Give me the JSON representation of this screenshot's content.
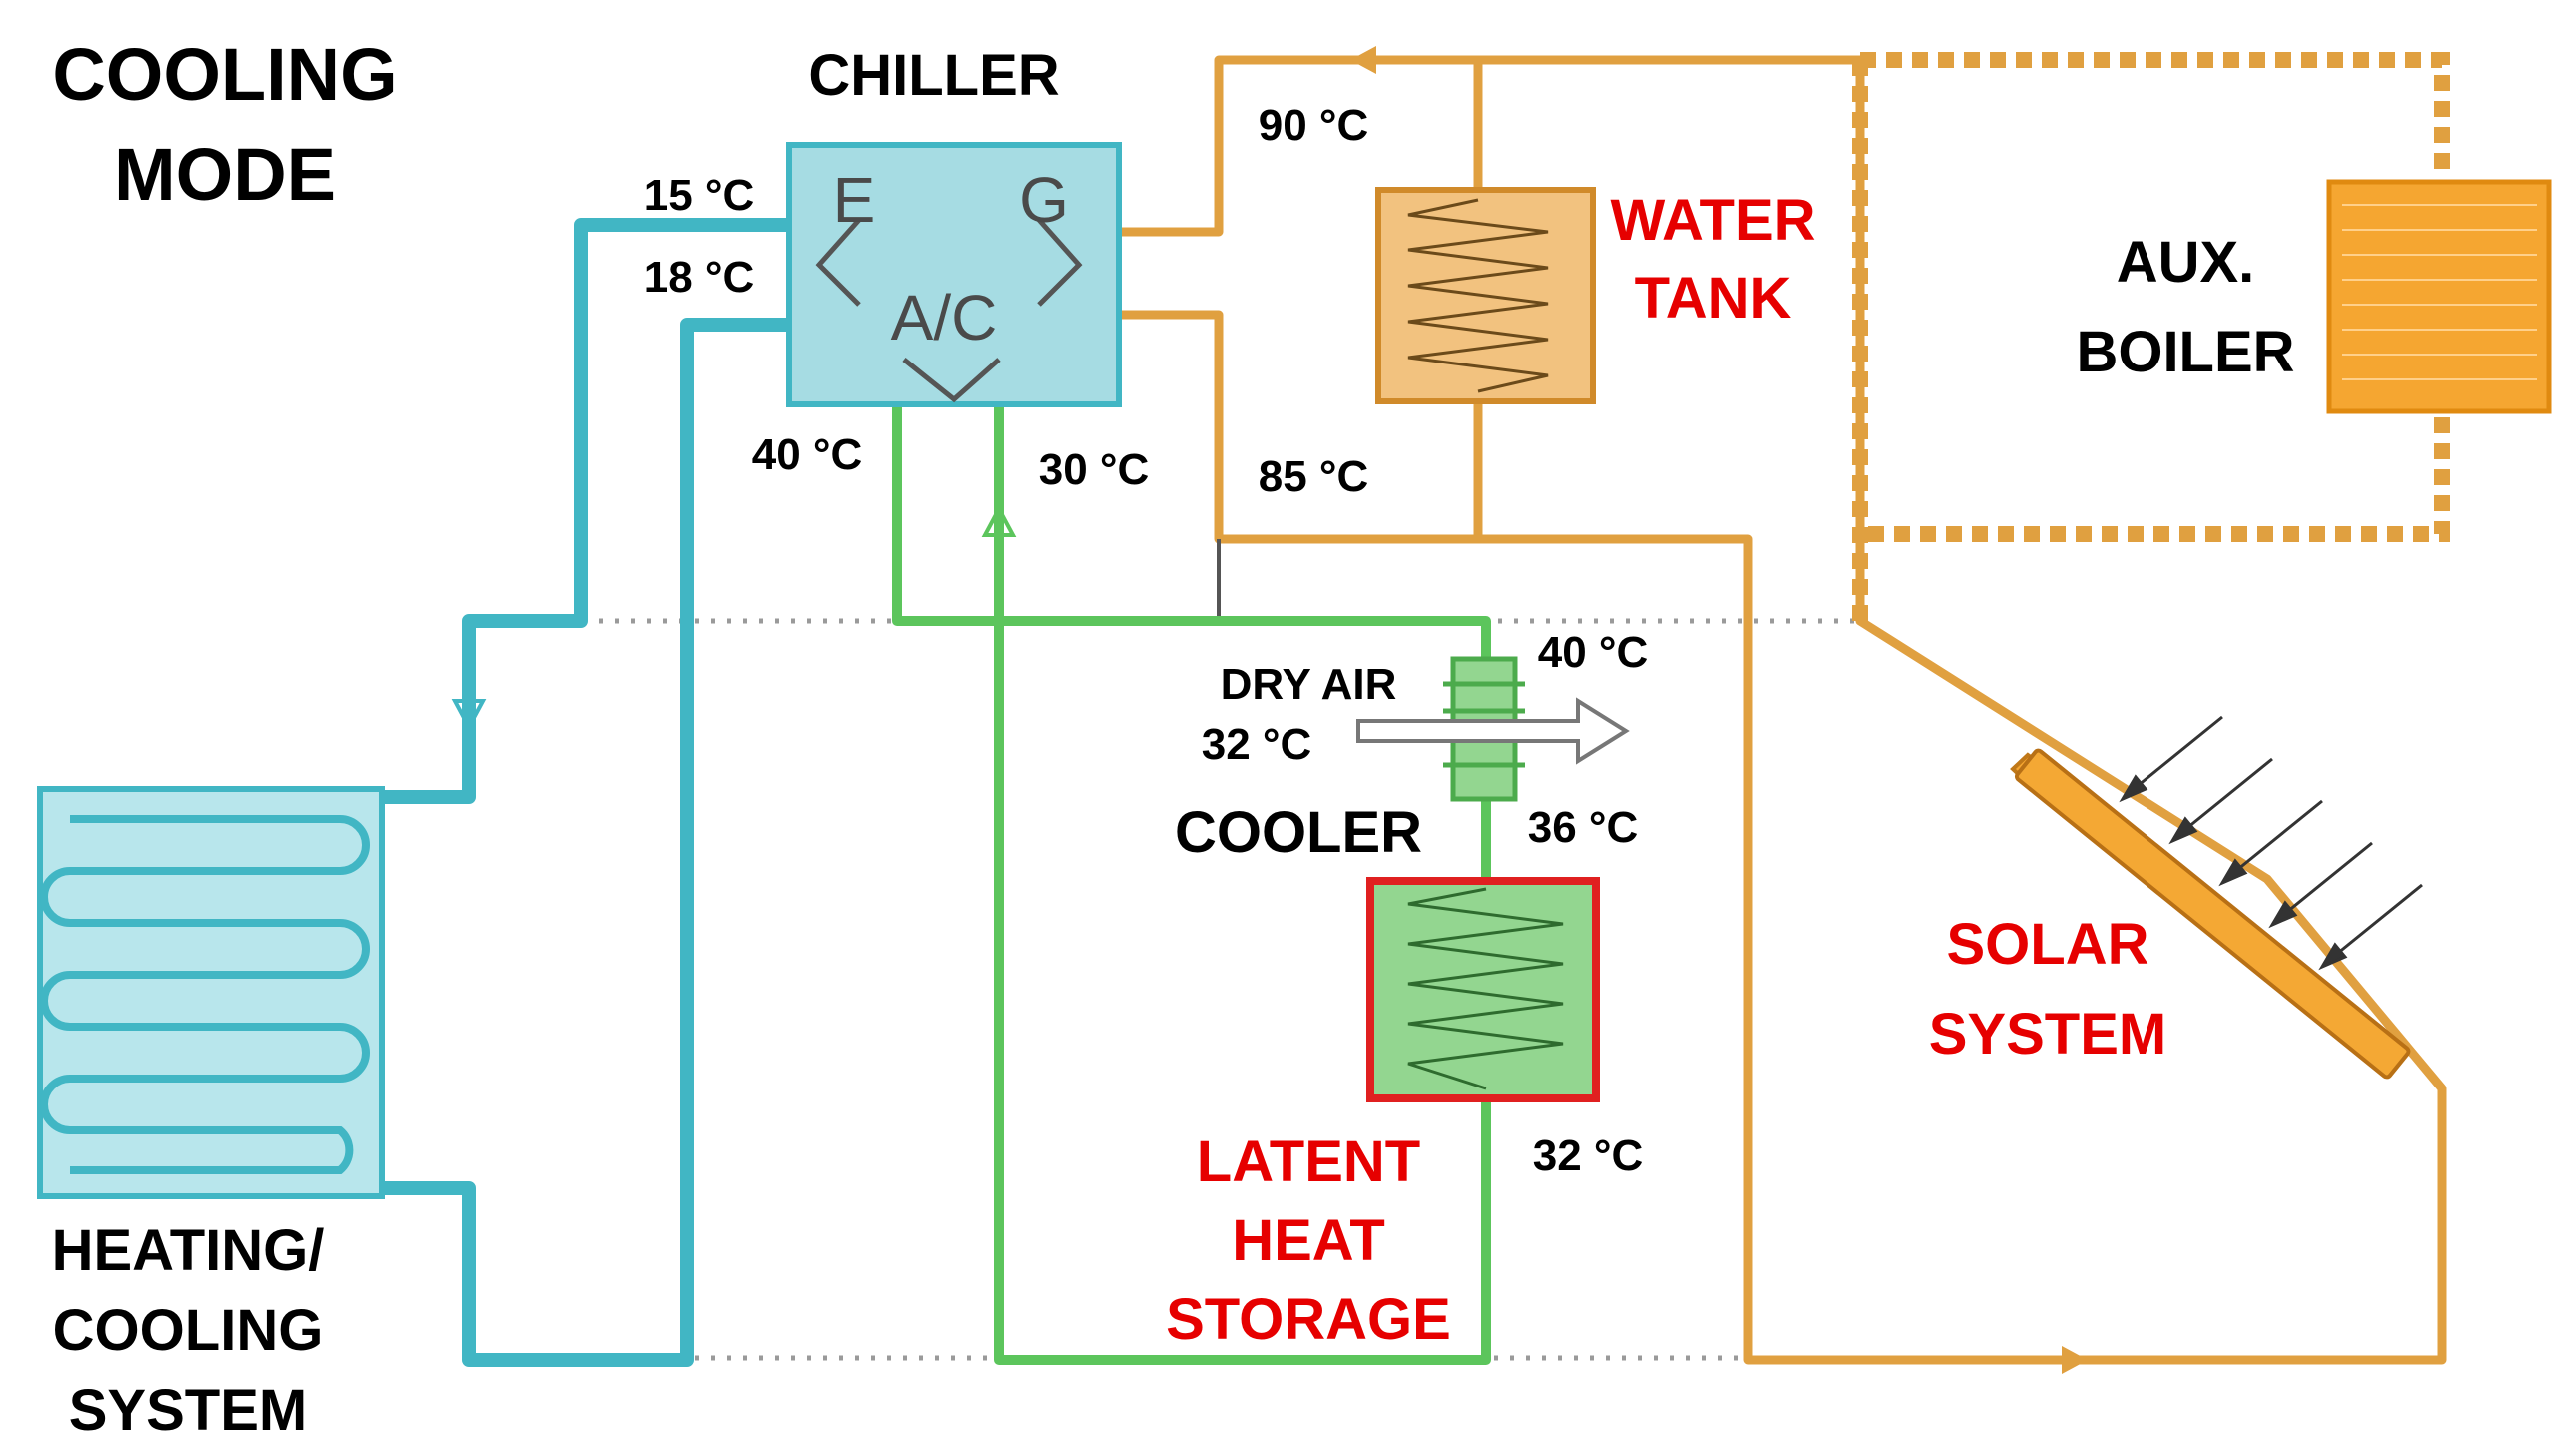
{
  "title": {
    "line1": "COOLING",
    "line2": "MODE"
  },
  "components": {
    "chiller": {
      "label": "CHILLER",
      "evaporator": "E",
      "generator": "G",
      "absorber_condenser": "A/C"
    },
    "water_tank": {
      "line1": "WATER",
      "line2": "TANK"
    },
    "aux_boiler": {
      "line1": "AUX.",
      "line2": "BOILER"
    },
    "solar_system": {
      "line1": "SOLAR",
      "line2": "SYSTEM"
    },
    "cooler": {
      "label": "COOLER",
      "air_label": "DRY AIR",
      "air_temp": "32 °C"
    },
    "latent_heat_storage": {
      "line1": "LATENT",
      "line2": "HEAT",
      "line3": "STORAGE"
    },
    "heating_cooling_system": {
      "line1": "HEATING/",
      "line2": "COOLING",
      "line3": "SYSTEM"
    }
  },
  "temperatures": {
    "evaporator_out": "15 °C",
    "evaporator_in": "18 °C",
    "ac_out": "40 °C",
    "ac_in": "30 °C",
    "generator_in": "90 °C",
    "generator_out": "85 °C",
    "cooler_in": "40 °C",
    "cooler_out": "36 °C",
    "storage_out": "32 °C"
  },
  "colors": {
    "cooling_loop": "#41b6c4",
    "rejection_loop": "#5cc55c",
    "hot_loop": "#e0a040",
    "boiler_fill": "#f5a631",
    "tank_fill": "#f2c27f",
    "chiller_fill": "#a6dce3",
    "storage_fill": "#93d690",
    "storage_border": "#e02020",
    "label_red": "#e60000"
  }
}
